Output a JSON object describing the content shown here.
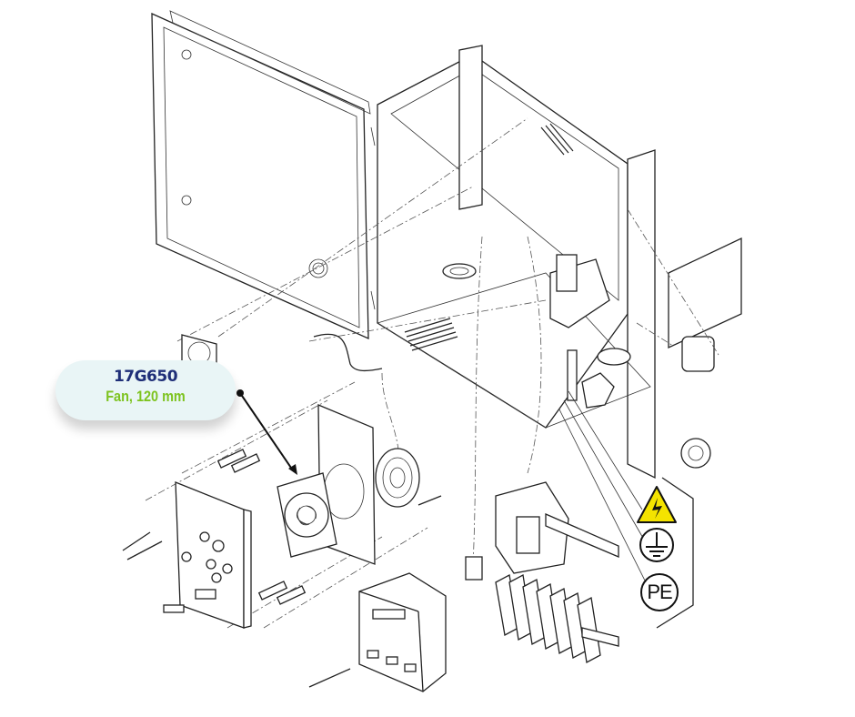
{
  "callout": {
    "part_number": "17G650",
    "description": "Fan, 120 mm"
  },
  "symbols": {
    "warning": "high-voltage-warning-icon",
    "ground": "protective-earth-ground-icon",
    "pe_label": "PE"
  },
  "colors": {
    "callout_bg": "#e9f5f6",
    "part_number": "#1f2f78",
    "description": "#7dc31f",
    "warning_yellow": "#f4e300"
  }
}
